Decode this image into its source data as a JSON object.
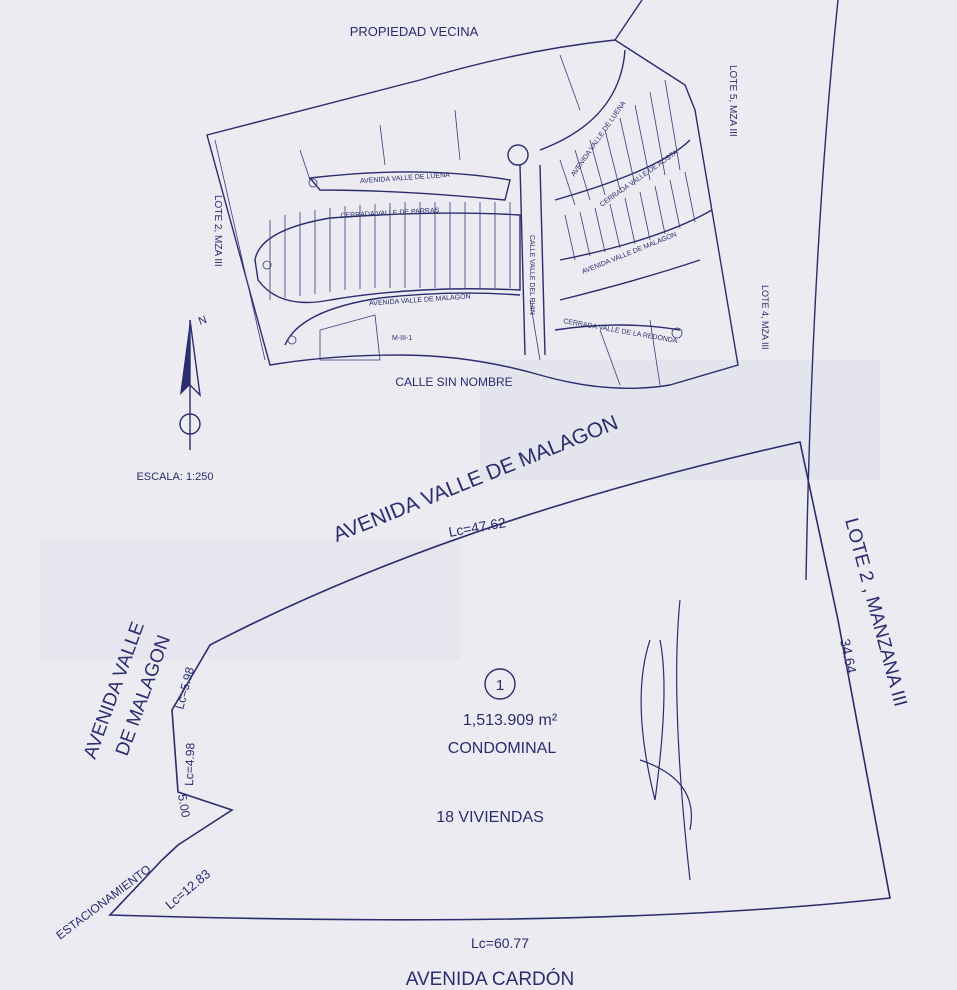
{
  "site_plan": {
    "neighbor_top": "PROPIEDAD VECINA",
    "streets": {
      "luena_1": "AVENIDA VALLE DE LUENA",
      "luena_2": "AVENIDA VALLE DE LUENA",
      "parras": "CERRADA VALLE DE PARRAS",
      "rhin": "CALLE VALLE DEL RHIN",
      "malagon_1": "AVENIDA VALLE DE MALAGON",
      "malagon_2": "AVENIDA VALLE DE MALAGON",
      "aosta": "CERRADA VALLE DE AOSTA",
      "redonda": "CERRADA VALLE DE LA REDONDA",
      "sin_nombre": "CALLE SIN NOMBRE"
    },
    "lot_label": "M-III-1",
    "lote5": "LOTE 5, MZA III",
    "lote2": "LOTE 2, MZA III",
    "lote4": "LOTE 4, MZA III"
  },
  "north_arrow": {
    "label": "N"
  },
  "scale": "ESCALA: 1:250",
  "lot": {
    "top_street": "AVENIDA VALLE DE MALAGON",
    "top_lc": "Lc=47.62",
    "left_street_1": "AVENIDA VALLE",
    "left_street_2": "DE MALAGON",
    "lc_598": "Lc=5.98",
    "lc_498": "Lc=4.98",
    "seg_500": "5.00",
    "parking": "ESTACIONAMIENTO",
    "lc_1283": "Lc=12.83",
    "bottom_lc": "Lc=60.77",
    "bottom_street": "AVENIDA CARDÓN",
    "right_neighbor": "LOTE 2 , MANZANA III",
    "right_len": "34.64",
    "number": "1",
    "area": "1,513.909 m²",
    "type": "CONDOMINAL",
    "units": "18 VIVIENDAS"
  },
  "colors": {
    "ink": "#2a2d6e",
    "paper": "#e9e9f0"
  }
}
